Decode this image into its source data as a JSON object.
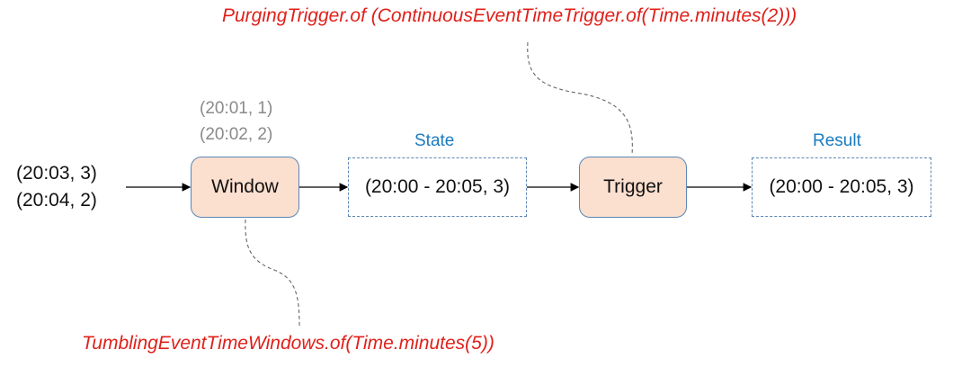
{
  "trigger_code": "PurgingTrigger.of (ContinuousEventTimeTrigger.of(Time.minutes(2)))",
  "window_code": "TumblingEventTimeWindows.of(Time.minutes(5))",
  "input_events": [
    "(20:03, 3)",
    "(20:04, 2)"
  ],
  "previous_events": [
    "(20:01, 1)",
    "(20:02, 2)"
  ],
  "window_label": "Window",
  "state_caption": "State",
  "state_value": "(20:00 - 20:05, 3)",
  "trigger_label": "Trigger",
  "result_caption": "Result",
  "result_value": "(20:00 - 20:05, 3)",
  "colors": {
    "code_text": "#e0201a",
    "caption_text": "#1a7bc0",
    "operator_fill": "#fbdfcf",
    "box_border": "#5a87b5",
    "history_text": "#8a8a8a"
  }
}
